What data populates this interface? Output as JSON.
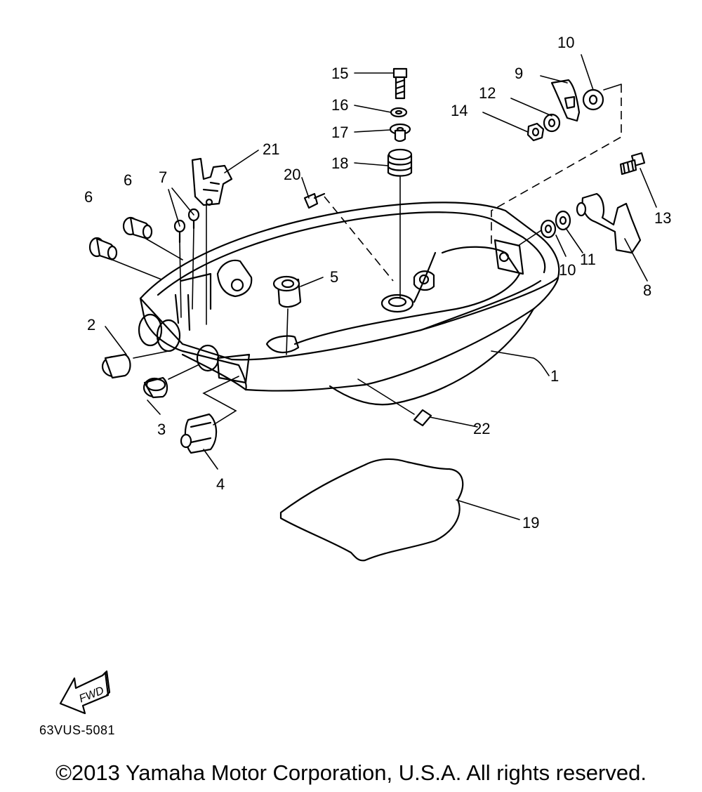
{
  "diagram": {
    "callouts": {
      "p1": "1",
      "p2": "2",
      "p3": "3",
      "p4": "4",
      "p5": "5",
      "p6a": "6",
      "p6b": "6",
      "p7": "7",
      "p8": "8",
      "p9": "9",
      "p10a": "10",
      "p10b": "10",
      "p11": "11",
      "p12": "12",
      "p13": "13",
      "p14": "14",
      "p15": "15",
      "p16": "16",
      "p17": "17",
      "p18": "18",
      "p19": "19",
      "p20": "20",
      "p21": "21",
      "p22": "22"
    },
    "fwd_label": "FWD",
    "figure_code": "63VUS-5081"
  },
  "footer": {
    "copyright": "©2013 Yamaha Motor Corporation, U.S.A. All rights reserved."
  }
}
